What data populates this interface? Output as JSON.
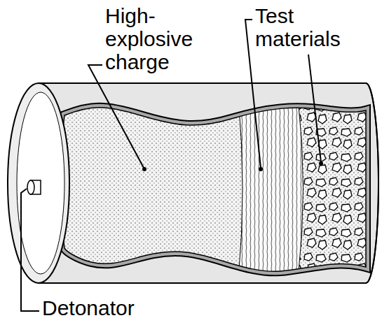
{
  "diagram": {
    "labels": [
      "High- explosive charge",
      "Test materials",
      "Detonator"
    ]
  }
}
